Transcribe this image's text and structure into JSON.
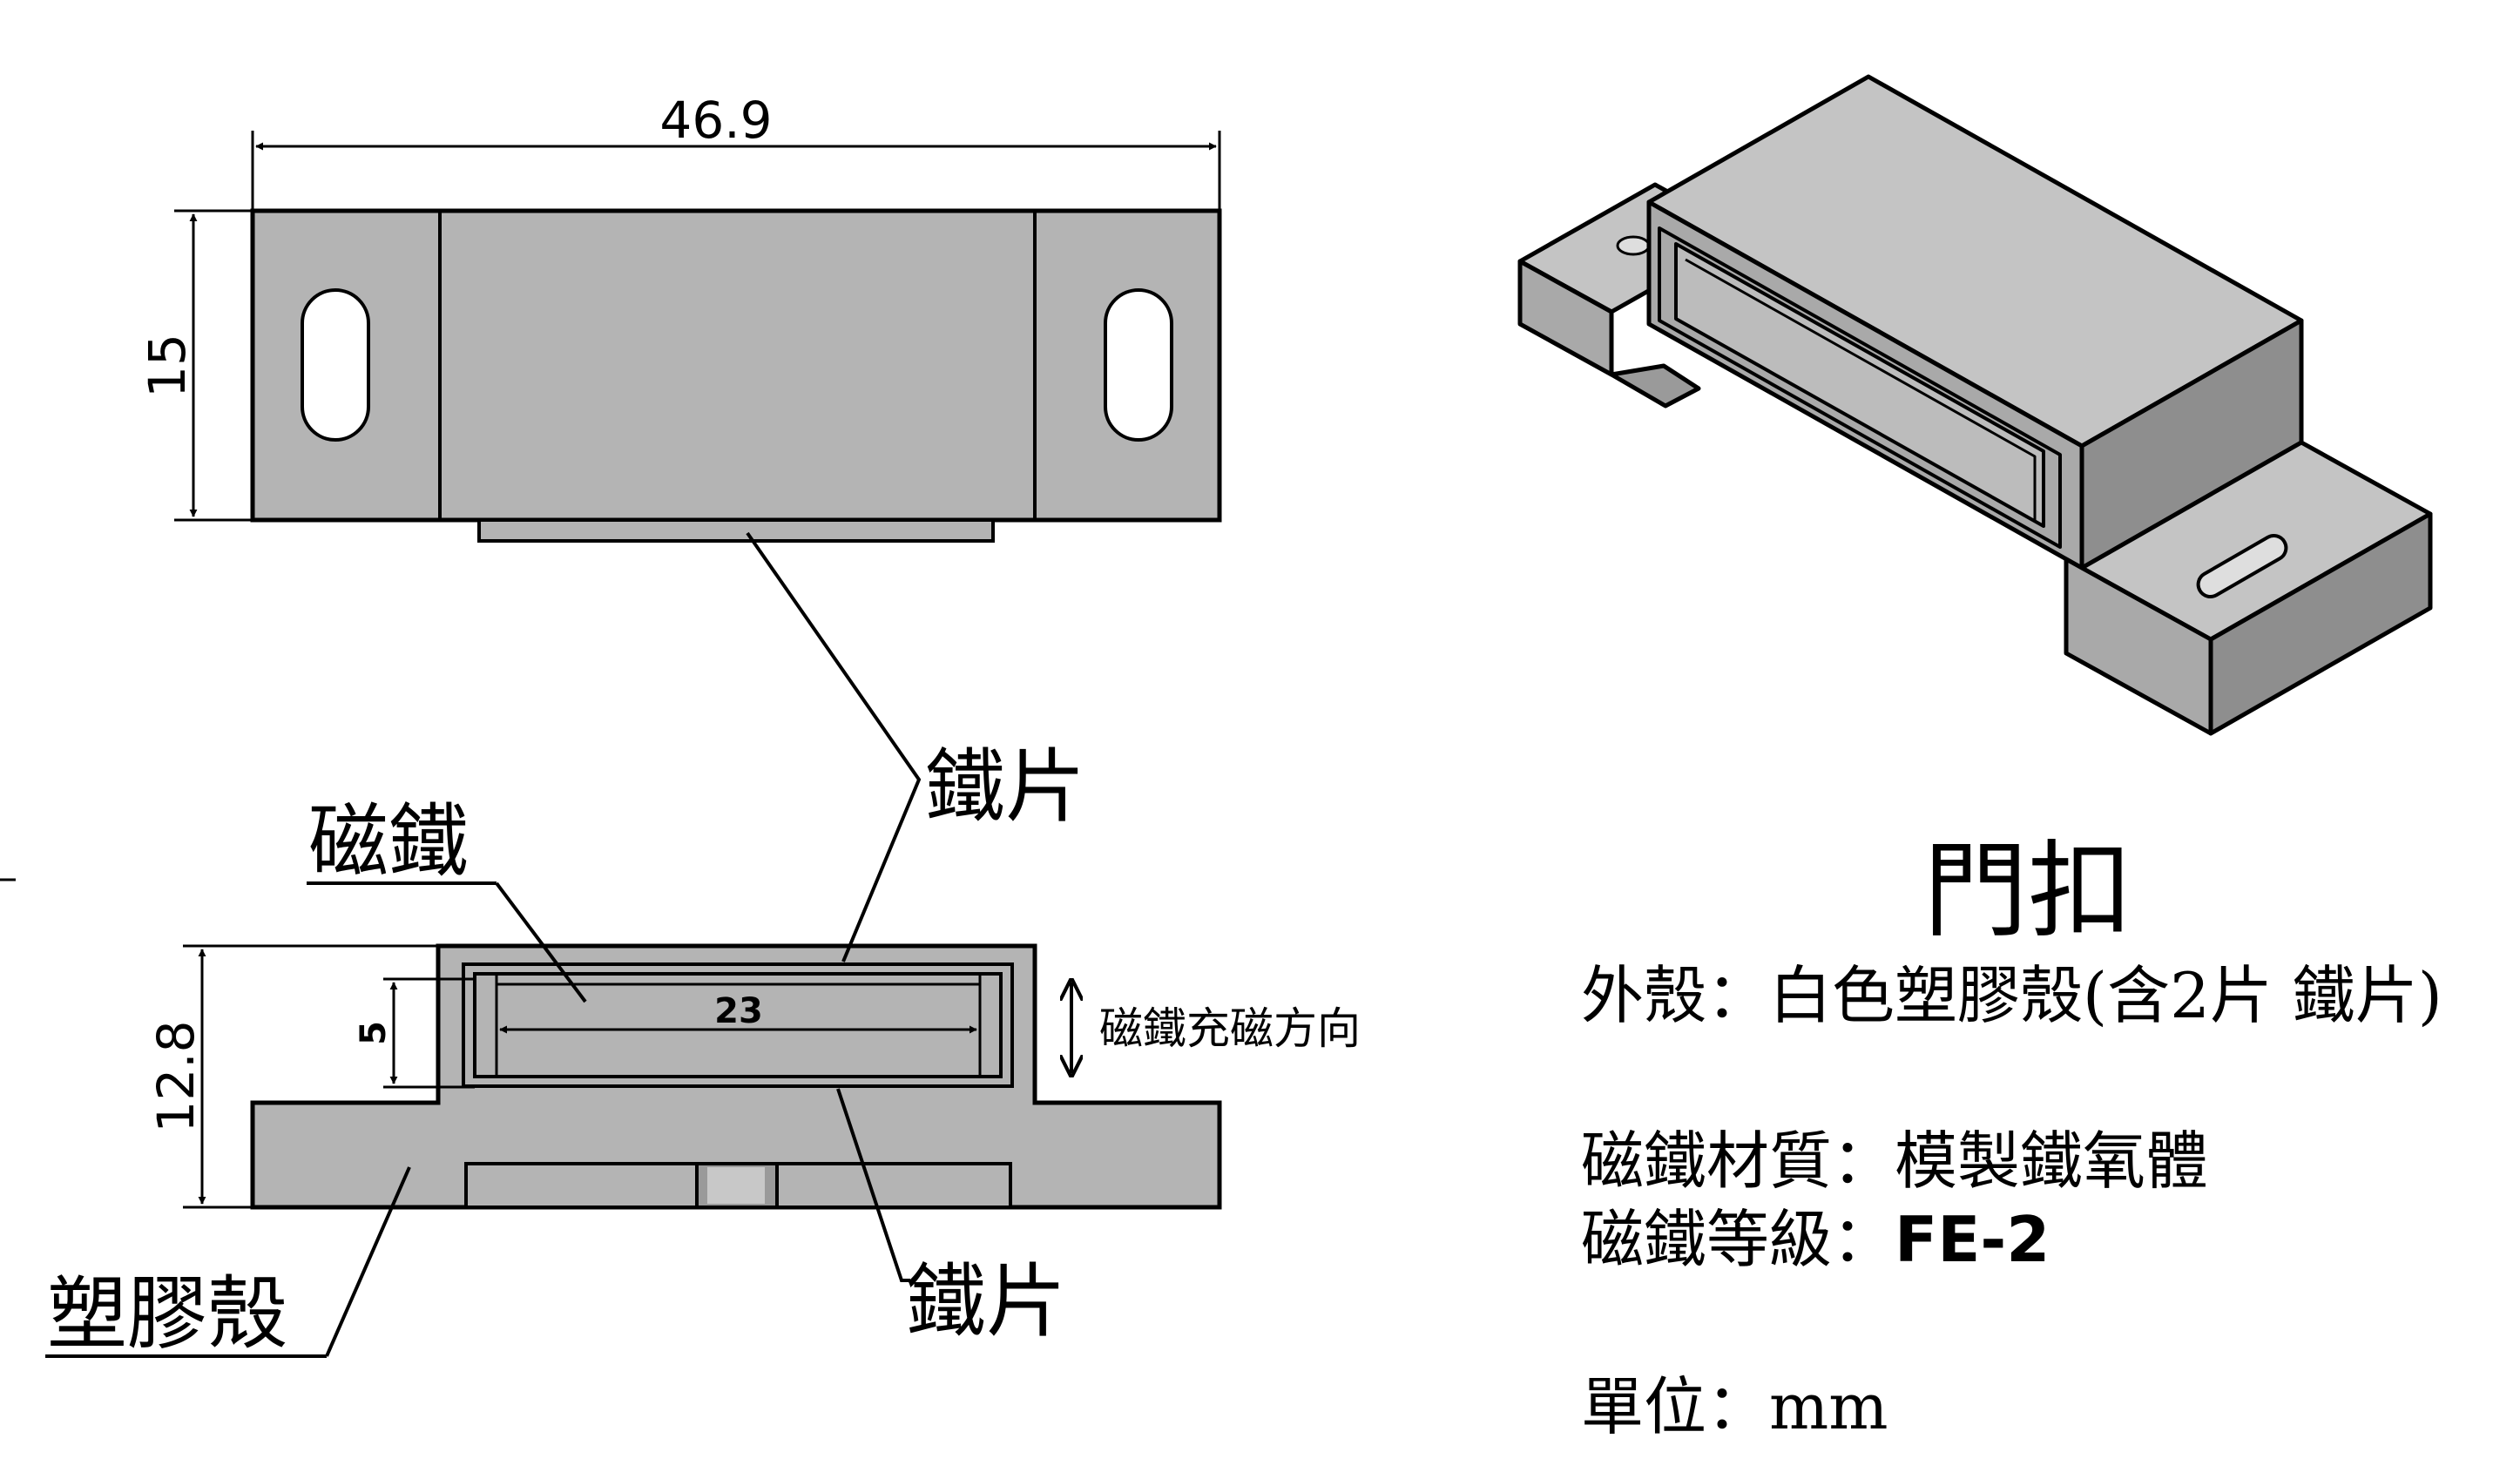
{
  "dimensions": {
    "width": "46.9",
    "height": "15",
    "side_height": "12.8",
    "magnet_height": "5",
    "magnet_length": "23"
  },
  "callouts": {
    "iron_plate_top": "鐵片",
    "magnet": "磁鐵",
    "iron_plate_bottom": "鐵片",
    "plastic_shell": "塑膠殼",
    "magnetization_direction": "磁鐵充磁方向"
  },
  "product": {
    "title": "門扣",
    "shell_spec": "外殼：白色塑膠殼(含2片 鐵片)",
    "magnet_material": "磁鐵材質：模製鐵氧體",
    "magnet_grade_label": "磁鐵等級：",
    "magnet_grade_value": "FE-2",
    "unit": "單位：mm"
  },
  "colors": {
    "body_fill": "#b4b4b4",
    "iso_top": "#c4c4c4",
    "iso_front": "#a9a9a9",
    "iso_side": "#8e8e8e",
    "line": "#000000"
  }
}
